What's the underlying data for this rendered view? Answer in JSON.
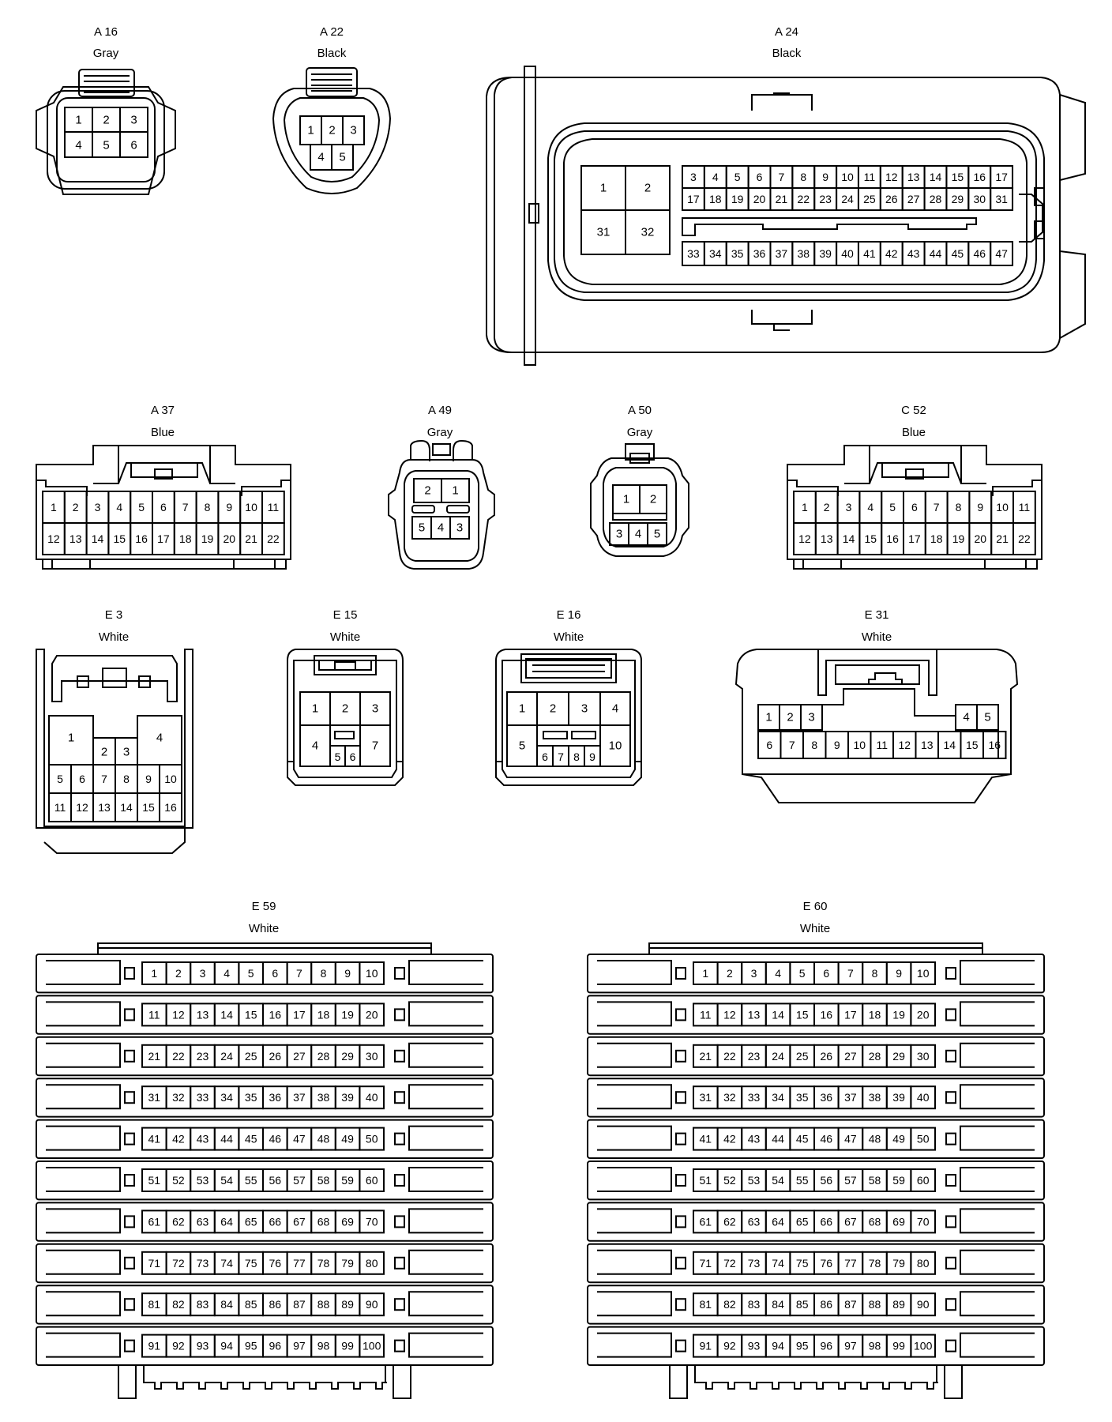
{
  "connectors": [
    {
      "id": "A16",
      "name": "A 16",
      "color": "Gray"
    },
    {
      "id": "A22",
      "name": "A 22",
      "color": "Black"
    },
    {
      "id": "A24",
      "name": "A 24",
      "color": "Black"
    },
    {
      "id": "A37",
      "name": "A 37",
      "color": "Blue"
    },
    {
      "id": "A49",
      "name": "A 49",
      "color": "Gray"
    },
    {
      "id": "A50",
      "name": "A 50",
      "color": "Gray"
    },
    {
      "id": "C52",
      "name": "C 52",
      "color": "Blue"
    },
    {
      "id": "E3",
      "name": "E 3",
      "color": "White"
    },
    {
      "id": "E15",
      "name": "E 15",
      "color": "White"
    },
    {
      "id": "E16",
      "name": "E 16",
      "color": "White"
    },
    {
      "id": "E31",
      "name": "E 31",
      "color": "White"
    },
    {
      "id": "E59",
      "name": "E 59",
      "color": "White"
    },
    {
      "id": "E60",
      "name": "E 60",
      "color": "White"
    }
  ]
}
